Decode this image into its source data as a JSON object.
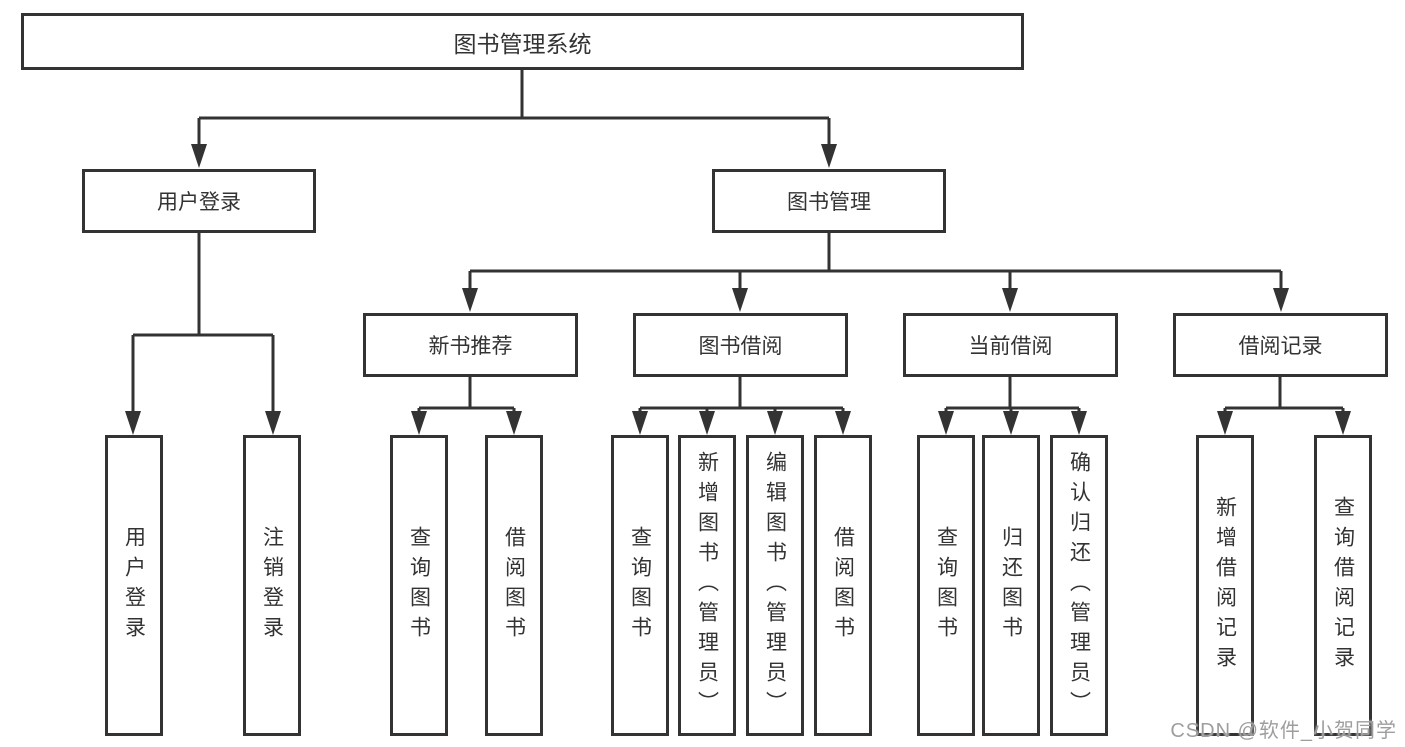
{
  "diagram": {
    "root": {
      "label": "图书管理系统"
    },
    "level2": [
      {
        "label": "用户登录"
      },
      {
        "label": "图书管理"
      }
    ],
    "level3": [
      {
        "label": "新书推荐"
      },
      {
        "label": "图书借阅"
      },
      {
        "label": "当前借阅"
      },
      {
        "label": "借阅记录"
      }
    ],
    "leaves": {
      "user_login": [
        "用户登录",
        "注销登录"
      ],
      "new_book_recommend": [
        "查询图书",
        "借阅图书"
      ],
      "book_borrow": [
        "查询图书",
        "新增图书（管理员）",
        "编辑图书（管理员）",
        "借阅图书"
      ],
      "current_borrow": [
        "查询图书",
        "归还图书",
        "确认归还（管理员）"
      ],
      "borrow_records": [
        "新增借阅记录",
        "查询借阅记录"
      ]
    }
  },
  "watermark": "CSDN @软件_小贺同学",
  "colors": {
    "line": "#333333",
    "box_border": "#333333",
    "box_fill": "#ffffff",
    "text": "#333333",
    "watermark": "#9e9e9e"
  }
}
